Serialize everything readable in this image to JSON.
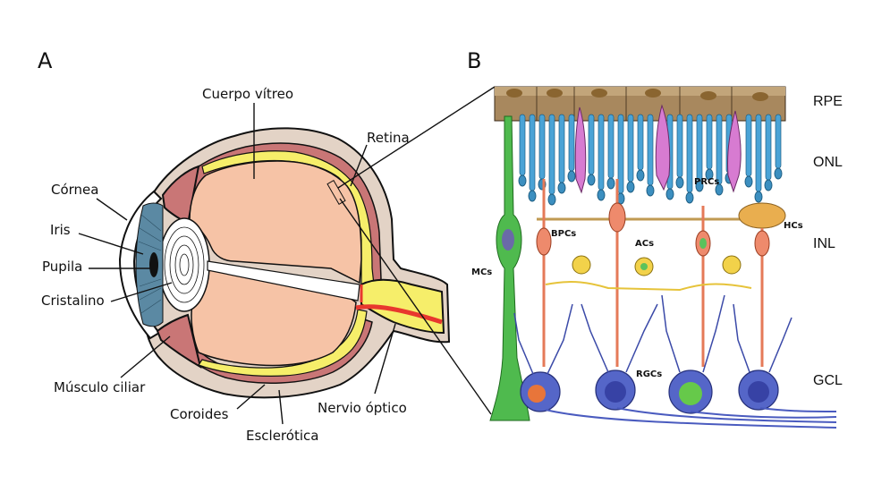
{
  "panels": {
    "a": {
      "letter": "A",
      "labels": {
        "vitreous": "Cuerpo vítreo",
        "retina": "Retina",
        "cornea": "Córnea",
        "iris": "Iris",
        "pupil": "Pupila",
        "lens": "Cristalino",
        "ciliary_muscle": "Músculo ciliar",
        "choroid": "Coroides",
        "sclera": "Esclerótica",
        "optic_nerve": "Nervio óptico"
      }
    },
    "b": {
      "letter": "B",
      "layers": {
        "rpe": "RPE",
        "onl": "ONL",
        "inl": "INL",
        "gcl": "GCL"
      },
      "cells": {
        "prcs": "PRCs",
        "bpcs": "BPCs",
        "acs": "ACs",
        "hcs": "HCs",
        "mcs": "MCs",
        "rgcs": "RGCs"
      }
    }
  },
  "colors": {
    "sclera": "#e3d3c6",
    "choroid": "#c97676",
    "retina": "#f6ee6a",
    "vitreous": "#f6c3a6",
    "iris": "#5b89a3",
    "vessel": "#e8382e",
    "rpe": "#a8885e",
    "photoreceptor": "#4aa3d6",
    "cone": "#d77bd1",
    "bipolar": "#ee8a6c",
    "amacrine": "#f2d24a",
    "horizontal": "#e9ae4f",
    "muller": "#4fba4e",
    "ganglion": "#4a5bbf"
  }
}
